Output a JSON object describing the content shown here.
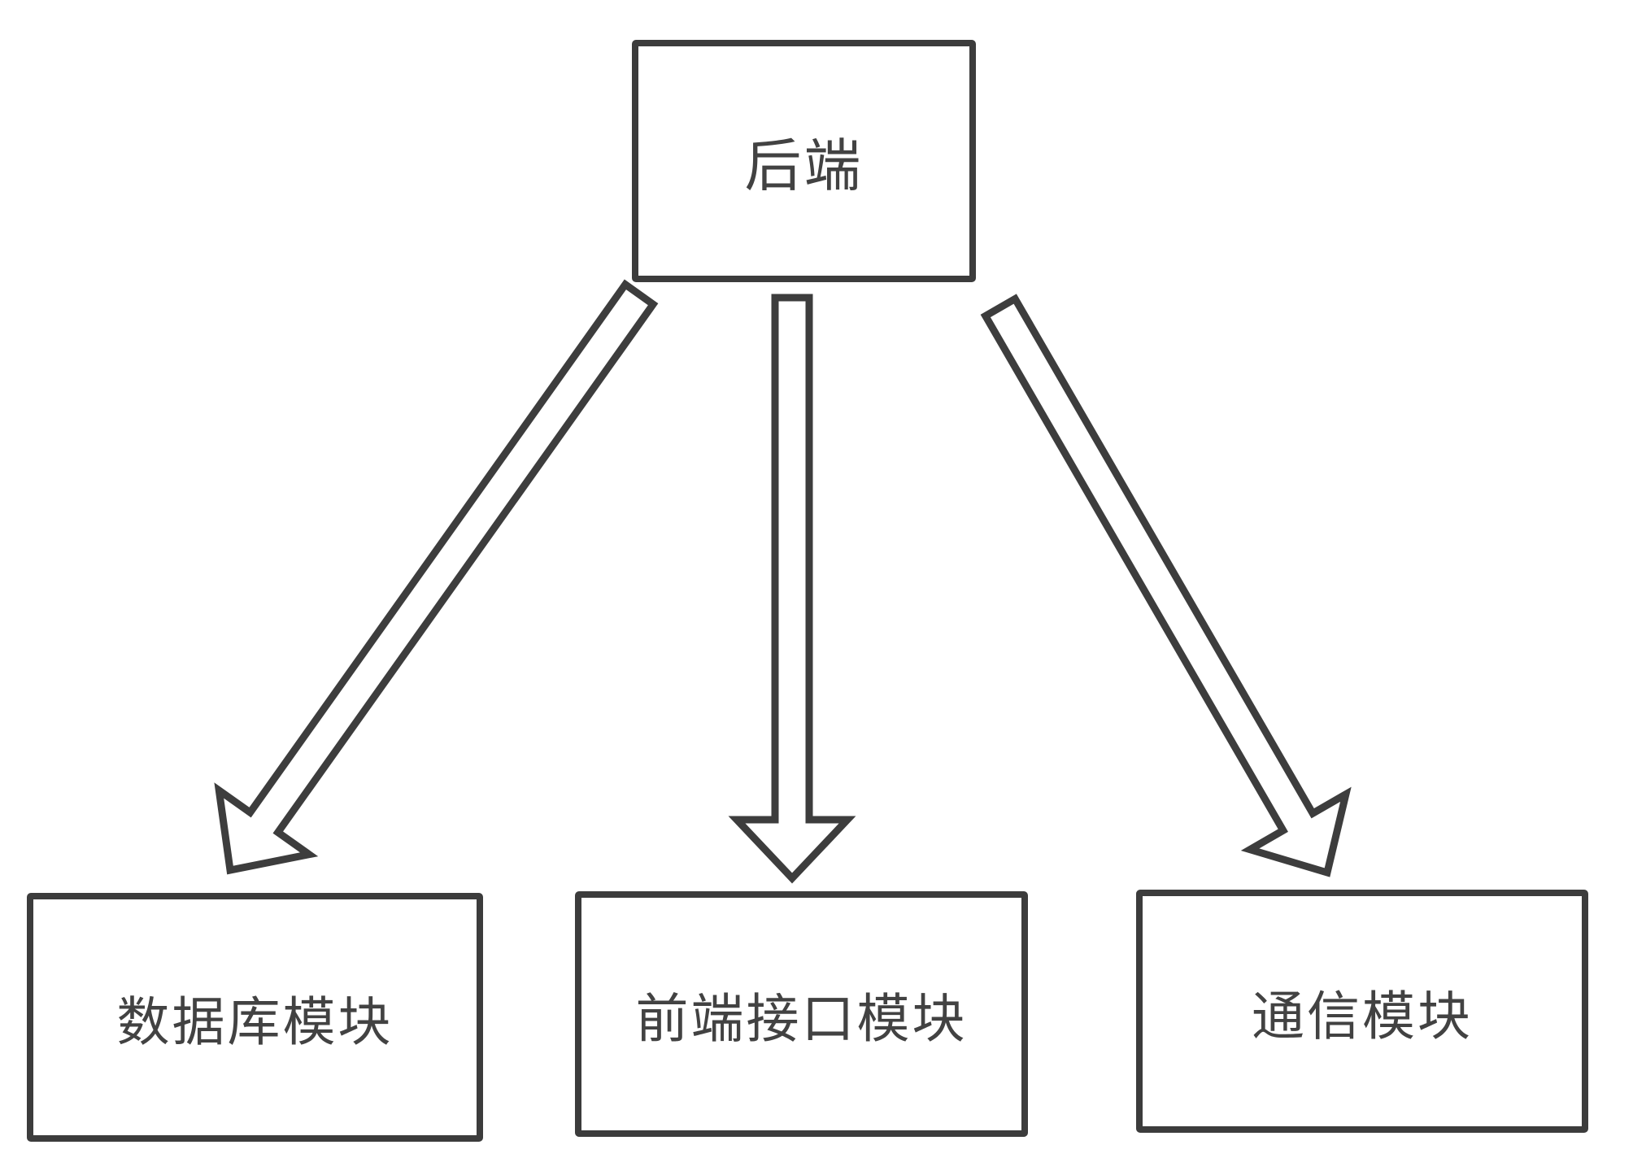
{
  "diagram": {
    "title": "backend module structure diagram",
    "nodes": [
      {
        "id": "backend",
        "label": "后端"
      },
      {
        "id": "database",
        "label": "数据库模块"
      },
      {
        "id": "frontend-api",
        "label": "前端接口模块"
      },
      {
        "id": "communication",
        "label": "通信模块"
      }
    ],
    "edges": [
      {
        "from": "backend",
        "to": "database",
        "style": "hollow-block-arrow"
      },
      {
        "from": "backend",
        "to": "frontend-api",
        "style": "hollow-block-arrow"
      },
      {
        "from": "backend",
        "to": "communication",
        "style": "hollow-block-arrow"
      }
    ],
    "colors": {
      "background": "#ffffff",
      "node_border": "#3c3c3c",
      "node_fill": "#ffffff",
      "arrow_stroke": "#3d3d3d",
      "arrow_fill": "#ffffff",
      "text": "#424242"
    }
  }
}
